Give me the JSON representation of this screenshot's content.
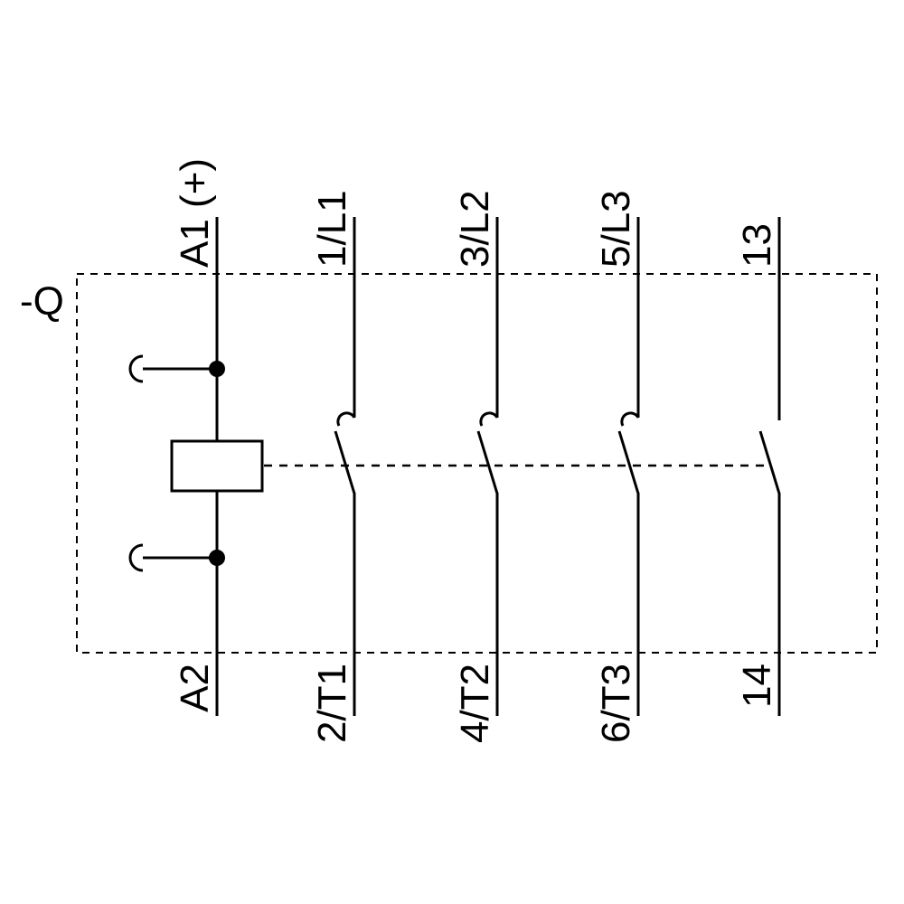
{
  "diagram": {
    "designation": "-Q",
    "coil": {
      "top_label": "A1 (+)",
      "bottom_label": "A2"
    },
    "poles": [
      {
        "top_label": "1/L1",
        "bottom_label": "2/T1"
      },
      {
        "top_label": "3/L2",
        "bottom_label": "4/T2"
      },
      {
        "top_label": "5/L3",
        "bottom_label": "6/T3"
      }
    ],
    "aux_contact": {
      "top_label": "13",
      "bottom_label": "14"
    },
    "colors": {
      "line": "#000000",
      "background": "#ffffff"
    }
  }
}
